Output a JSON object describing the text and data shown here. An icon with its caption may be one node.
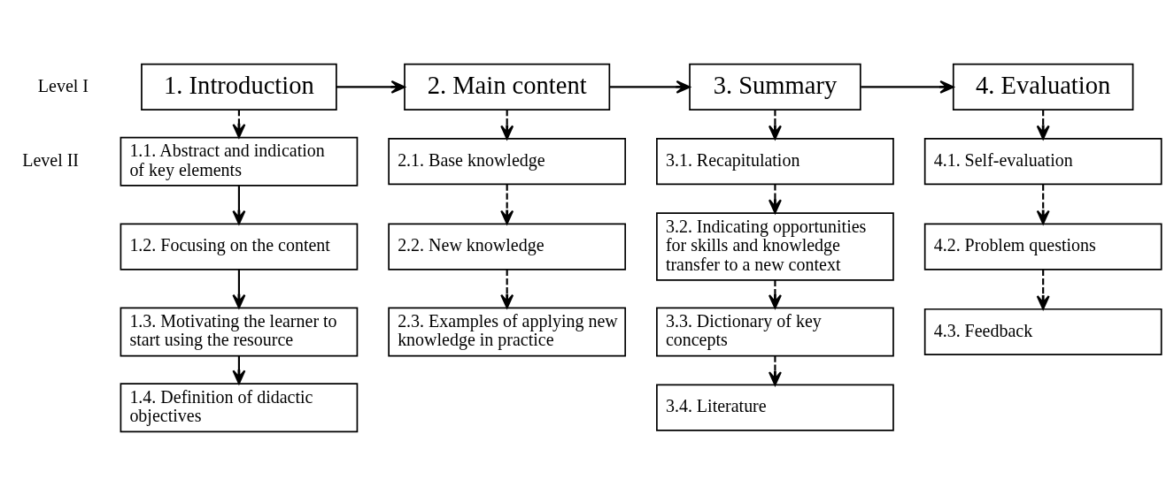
{
  "diagram": {
    "nodes": [
      {
        "text": [
          "1. Introduction"
        ]
      },
      {
        "text": [
          "2. Main content"
        ]
      },
      {
        "text": [
          "3. Summary"
        ]
      },
      {
        "text": [
          "4. Evaluation"
        ]
      },
      {
        "text": [
          "1.1. Abstract and indication of key elements"
        ]
      },
      {
        "text": [
          "1.2. Focusing on the content"
        ]
      },
      {
        "text": [
          "1.3. Motivating the learner to start using the resource"
        ]
      },
      {
        "text": [
          "1.4. Definition of didactic objectives"
        ]
      },
      {
        "text": [
          "2.1. Base knowledge"
        ]
      },
      {
        "text": [
          "2.2. New knowledge"
        ]
      },
      {
        "text": [
          "2.3. Examples of applying new knowledge in practice"
        ]
      },
      {
        "text": [
          "3.1. Recapitulation"
        ]
      },
      {
        "text": [
          "3.2. Indicating opportunities for skills and knowledge transfer to a new context"
        ]
      },
      {
        "text": [
          "3.3. Dictionary of key concepts"
        ]
      },
      {
        "text": [
          "3.4. Literature"
        ]
      },
      {
        "text": [
          "4.1. Self-evaluation"
        ]
      },
      {
        "text": [
          "4.2. Problem questions"
        ]
      },
      {
        "text": [
          "4.3. Feedback"
        ]
      }
    ],
    "edges": [
      {
        "from": 0,
        "to": 1,
        "arrow": "to"
      },
      {
        "from": 1,
        "to": 2,
        "arrow": "to"
      },
      {
        "from": 2,
        "to": 3,
        "arrow": "to"
      },
      {
        "from": 0,
        "to": 4,
        "arrow": "to",
        "style": "dashed"
      },
      {
        "from": 1,
        "to": 8,
        "arrow": "to",
        "style": "dashed"
      },
      {
        "from": 2,
        "to": 11,
        "arrow": "to",
        "style": "dashed"
      },
      {
        "from": 3,
        "to": 15,
        "arrow": "to",
        "style": "dashed"
      },
      {
        "from": 4,
        "to": 5,
        "arrow": "to"
      },
      {
        "from": 5,
        "to": 6,
        "arrow": "to"
      },
      {
        "from": 6,
        "to": 7,
        "arrow": "to"
      },
      {
        "from": 8,
        "to": 9,
        "arrow": "to",
        "style": "dashed"
      },
      {
        "from": 9,
        "to": 10,
        "arrow": "to",
        "style": "dashed"
      },
      {
        "from": 11,
        "to": 12,
        "arrow": "to",
        "style": "dashed"
      },
      {
        "from": 12,
        "to": 13,
        "arrow": "to",
        "style": "dashed"
      },
      {
        "from": 13,
        "to": 14,
        "arrow": "to",
        "style": "dashed"
      },
      {
        "from": 15,
        "to": 16,
        "arrow": "to",
        "style": "dashed"
      },
      {
        "from": 16,
        "to": 17,
        "arrow": "to",
        "style": "dashed"
      }
    ],
    "labels": [
      "Level I",
      "Level II"
    ]
  }
}
